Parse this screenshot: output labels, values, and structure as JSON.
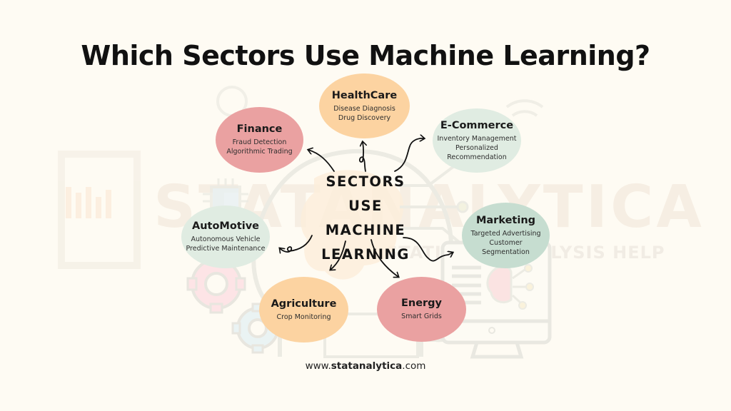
{
  "title": "Which Sectors Use Machine Learning?",
  "center": {
    "lines": [
      "SECTORS USE",
      "MACHINE",
      "LEARNING"
    ]
  },
  "colors": {
    "background": "#fefbf3",
    "peach": "#fcd3a1",
    "pink": "#eaa1a1",
    "mint_light": "#dfece2",
    "mint": "#c6ddd0",
    "text": "#141414"
  },
  "sectors": [
    {
      "id": "healthcare",
      "title": "HealthCare",
      "items": [
        "Disease Diagnosis",
        "Drug Discovery"
      ],
      "color": "#fcd3a1"
    },
    {
      "id": "finance",
      "title": "Finance",
      "items": [
        "Fraud Detection",
        "Algorithmic Trading"
      ],
      "color": "#eaa1a1"
    },
    {
      "id": "ecommerce",
      "title": "E-Commerce",
      "items": [
        "Inventory Management",
        "Personalized",
        "Recommendation"
      ],
      "color": "#e0ece2"
    },
    {
      "id": "automotive",
      "title": "AutoMotive",
      "items": [
        "Autonomous Vehicle",
        "Predictive Maintenance"
      ],
      "color": "#e0ece2"
    },
    {
      "id": "marketing",
      "title": "Marketing",
      "items": [
        "Targeted Advertising",
        "Customer",
        "Segmentation"
      ],
      "color": "#c6ddd0"
    },
    {
      "id": "agriculture",
      "title": "Agriculture",
      "items": [
        "Crop Monitoring"
      ],
      "color": "#fcd3a1"
    },
    {
      "id": "energy",
      "title": "Energy",
      "items": [
        "Smart Grids"
      ],
      "color": "#eaa1a1"
    }
  ],
  "watermark": {
    "brand": "STATANALYTICA",
    "tagline": "STATISTICS ANALYSIS HELP"
  },
  "footer": {
    "prefix": "www.",
    "brand": "statanalytica",
    "suffix": ".com"
  }
}
